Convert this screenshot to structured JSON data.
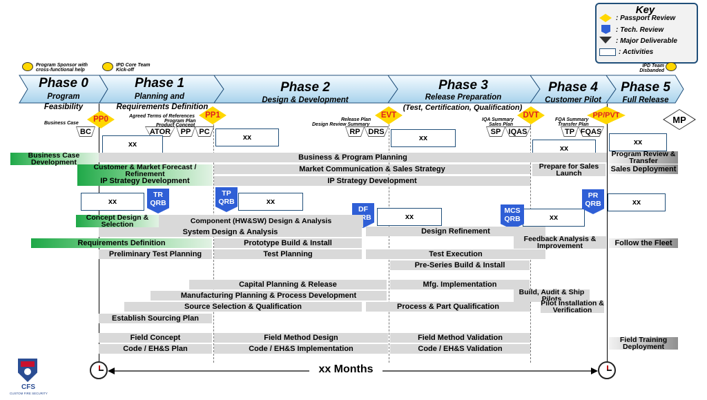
{
  "key": {
    "title": "Key",
    "passport_review": ": Passport Review",
    "tech_review": ": Tech. Review",
    "major_deliverable": ": Major Deliverable",
    "activities": ": Activities"
  },
  "sponsors": {
    "program_sponsor": "Program Sponsor with cross-functional help",
    "ipd_core_team": "IPD Core Team Kick-off",
    "ipd_team_disbanded": "IPD Team Disbanded"
  },
  "phases": [
    {
      "title": "Phase 0",
      "sub1": "Program",
      "sub2": "Feasibility"
    },
    {
      "title": "Phase 1",
      "sub1": "Planning and",
      "sub2": "Requirements Definition"
    },
    {
      "title": "Phase 2",
      "sub1": "Design & Development",
      "sub2": ""
    },
    {
      "title": "Phase 3",
      "sub1": "Release Preparation",
      "sub2": "(Test, Certification, Qualification)"
    },
    {
      "title": "Phase 4",
      "sub1": "Customer Pilot",
      "sub2": ""
    },
    {
      "title": "Phase 5",
      "sub1": "Full Release",
      "sub2": ""
    }
  ],
  "passport_reviews": [
    "PP0",
    "PP1",
    "EVT",
    "DVT",
    "PP/PVT"
  ],
  "deliverables": {
    "bc": "BC",
    "ator": "ATOR",
    "pp": "PP",
    "pc": "PC",
    "rp": "RP",
    "drs": "DRS",
    "sp": "SP",
    "iqas": "IQAS",
    "tp": "TP",
    "fqas": "FQAS",
    "mp": "MP"
  },
  "deliverable_labels": {
    "business_case": "Business Case",
    "agreed_terms": "Agreed Terms of References",
    "program_plan": "Program Plan",
    "product_concept": "Product Concept",
    "release_plan": "Release Plan",
    "review_summary": "Design Review Summary",
    "iqa_summary": "IQA Summary",
    "sales_plan": "Sales Plan",
    "fqa_summary": "FQA Summary",
    "transfer_plan": "Transfer Plan"
  },
  "tech_reviews": [
    {
      "l1": "TR",
      "l2": "QRB"
    },
    {
      "l1": "TP",
      "l2": "QRB"
    },
    {
      "l1": "DF",
      "l2": "QRB"
    },
    {
      "l1": "MCS",
      "l2": "QRB"
    },
    {
      "l1": "PR",
      "l2": "QRB"
    }
  ],
  "placeholder": "xx",
  "activities": {
    "business_case_dev": "Business Case Development",
    "business_program_planning": "Business & Program Planning",
    "program_review_transfer": "Program Review & Transfer",
    "customer_market_forecast": "Customer & Market Forecast / Refinement",
    "market_comm_sales": "Market Communication & Sales Strategy",
    "prepare_sales_launch": "Prepare for Sales Launch",
    "sales_deployment": "Sales Deployment",
    "ip_strategy_dev_1": "IP Strategy Development",
    "ip_strategy_dev_2": "IP Strategy Development",
    "concept_design": "Concept Design & Selection",
    "component_design": "Component (HW&SW) Design & Analysis",
    "system_design": "System Design & Analysis",
    "design_refinement": "Design Refinement",
    "feedback_analysis": "Feedback Analysis & Improvement",
    "requirements_definition": "Requirements Definition",
    "prototype_build": "Prototype Build & Install",
    "follow_the_fleet": "Follow the Fleet",
    "preliminary_test_planning": "Preliminary Test Planning",
    "test_planning": "Test Planning",
    "test_execution": "Test Execution",
    "pre_series_build": "Pre-Series Build & Install",
    "capital_planning": "Capital Planning & Release",
    "mfg_implementation": "Mfg. Implementation",
    "build_audit": "Build, Audit & Ship Pilots",
    "mfg_planning": "Manufacturing Planning & Process Development",
    "pilot_installation": "Pilot Installation & Verification",
    "source_selection": "Source Selection & Qualification",
    "process_part_qual": "Process & Part Qualification",
    "establish_sourcing": "Establish Sourcing Plan",
    "field_concept": "Field Concept",
    "field_method_design": "Field Method Design",
    "field_method_validation": "Field Method Validation",
    "field_training": "Field Training Deployment",
    "code_ehs_plan": "Code / EH&S Plan",
    "code_ehs_impl": "Code / EH&S Implementation",
    "code_ehs_valid": "Code / EH&S Validation"
  },
  "timeline": "xx Months",
  "logo": {
    "name": "CFS",
    "tagline": "CUSTOM FIRE SECURITY"
  },
  "colors": {
    "passport": "#ffd700",
    "tech_review": "#2f5fd6",
    "activity": "#d9d9d9",
    "green": "#1fa848"
  }
}
